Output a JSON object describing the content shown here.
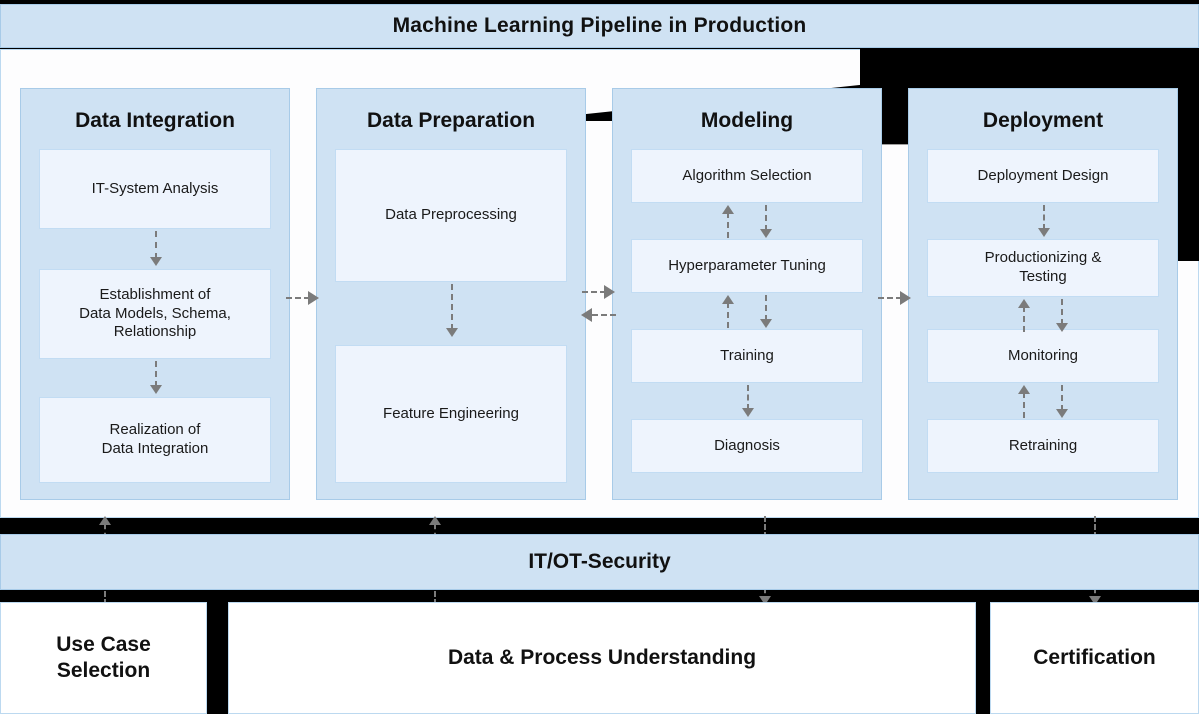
{
  "header": {
    "title": "Machine Learning Pipeline in Production"
  },
  "colors": {
    "band": "#cfe2f3",
    "band_border": "#a8cbe8",
    "step_fill": "#eef4fd",
    "step_border": "#c2dcf3",
    "canvas": "#fdfdfe",
    "arrow": "#7b7b7b",
    "gap": "#000000",
    "text": "#111111"
  },
  "pipeline": {
    "phases": [
      {
        "title": "Data Integration",
        "steps": [
          {
            "label": "IT-System Analysis"
          },
          {
            "label": "Establishment of\nData Models, Schema,\nRelationship"
          },
          {
            "label": "Realization of\nData Integration"
          }
        ],
        "internal_flow": "sequential-down"
      },
      {
        "title": "Data Preparation",
        "steps": [
          {
            "label": "Data Preprocessing"
          },
          {
            "label": "Feature Engineering"
          }
        ],
        "internal_flow": "sequential-down"
      },
      {
        "title": "Modeling",
        "steps": [
          {
            "label": "Algorithm Selection"
          },
          {
            "label": "Hyperparameter Tuning"
          },
          {
            "label": "Training"
          },
          {
            "label": "Diagnosis"
          }
        ],
        "internal_flow": "bidirectional"
      },
      {
        "title": "Deployment",
        "steps": [
          {
            "label": "Deployment Design"
          },
          {
            "label": "Productionizing &\nTesting"
          },
          {
            "label": "Monitoring"
          },
          {
            "label": "Retraining"
          }
        ],
        "internal_flow": "bidirectional"
      }
    ],
    "between_phase_arrows": [
      {
        "from": "Data Integration",
        "to": "Data Preparation",
        "direction": "right"
      },
      {
        "from": "Data Preparation",
        "to": "Modeling",
        "direction": "right"
      },
      {
        "from": "Modeling",
        "to": "Data Preparation",
        "direction": "left"
      },
      {
        "from": "Modeling",
        "to": "Deployment",
        "direction": "right"
      }
    ]
  },
  "security": {
    "label": "IT/OT-Security"
  },
  "foundation": {
    "boxes": [
      {
        "label": "Use Case\nSelection"
      },
      {
        "label": "Data & Process Understanding"
      },
      {
        "label": "Certification"
      }
    ]
  },
  "cross_arrows": [
    {
      "direction": "up",
      "note": "foundation to pipeline"
    },
    {
      "direction": "up",
      "note": "foundation to pipeline"
    },
    {
      "direction": "down",
      "note": "pipeline to foundation"
    },
    {
      "direction": "down",
      "note": "pipeline to foundation"
    }
  ]
}
